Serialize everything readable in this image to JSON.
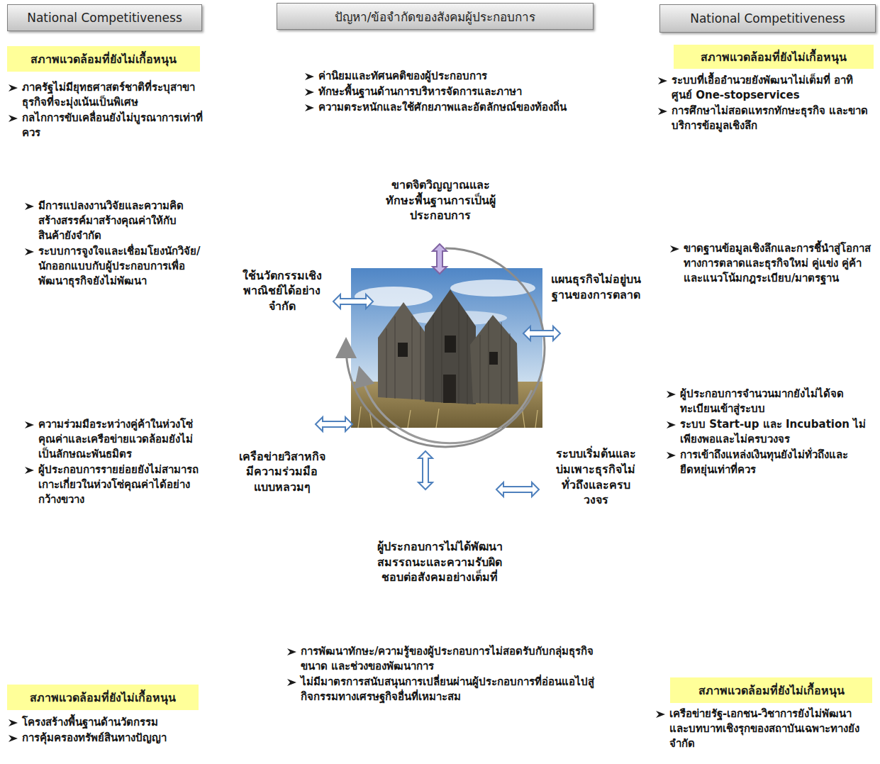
{
  "diagram": {
    "title": "ปัญหา/ข้อจำกัดของสังคมผู้ประกอบการ",
    "nodes": [
      {
        "text": [
          "National Competitiveness"
        ]
      },
      {
        "text": [
          "National Competitiveness"
        ]
      },
      {
        "text": [
          "สภาพแวดล้อมที่ยังไม่เกื้อหนุน"
        ]
      },
      {
        "text": [
          "สภาพแวดล้อมที่ยังไม่เกื้อหนุน"
        ]
      },
      {
        "text": [
          "ขาดจิตวิญญาณและทักษะพื้นฐานการเป็นผู้ประกอบการ"
        ]
      },
      {
        "text": [
          "ใช้นวัตกรรมเชิงพาณิชย์ได้อย่างจำกัด"
        ]
      },
      {
        "text": [
          "แผนธุรกิจไม่อยู่บนฐานของการตลาด"
        ]
      },
      {
        "text": [
          "เครือข่ายวิสาหกิจมีความร่วมมือแบบหลวมๆ"
        ]
      },
      {
        "text": [
          "ระบบเริ่มต้นและบ่มเพาะธุรกิจไม่ทั่วถึงและครบวงจร"
        ]
      },
      {
        "text": [
          "ผู้ประกอบการไม่ได้พัฒนาสมรรถนะและความรับผิดชอบต่อสังคมอย่างเต็มที่"
        ]
      },
      {
        "text": [
          "สภาพแวดล้อมที่ยังไม่เกื้อหนุน"
        ]
      },
      {
        "text": [
          "สภาพแวดล้อมที่ยังไม่เกื้อหนุน"
        ]
      }
    ],
    "labels": [
      "ภาครัฐไม่มียุทธศาสตร์ชาติที่ระบุสาขาธุรกิจที่จะมุ่งเน้นเป็นพิเศษ",
      "กลไกการขับเคลื่อนยังไม่บูรณาการเท่าที่ควร",
      "ค่านิยมและทัศนคติของผู้ประกอบการ",
      "ทักษะพื้นฐานด้านการบริหารจัดการและภาษา",
      "ความตระหนักและใช้ศักยภาพและอัตลักษณ์ของท้องถิ่น",
      "ระบบที่เอื้ออำนวยยังพัฒนาไม่เต็มที่ อาทิ ศูนย์ One-stopservices",
      "การศึกษาไม่สอดแทรกทักษะธุรกิจ และขาดบริการข้อมูลเชิงลึก",
      "มีการแปลงงานวิจัยและความคิดสร้างสรรค์มาสร้างคุณค่าให้กับสินค้ายังจำกัด",
      "ระบบการจูงใจและเชื่อมโยงนักวิจัย/นักออกแบบกับผู้ประกอบการเพื่อพัฒนาธุรกิจยังไม่พัฒนา",
      "ขาดฐานข้อมูลเชิงลึกและการชี้นำสู่โอกาสทางการตลาดและธุรกิจใหม่ คู่แข่ง คู่ค้า และแนวโน้มกฎระเบียบ/มาตรฐาน",
      "ผู้ประกอบการจำนวนมากยังไม่ได้จดทะเบียนเข้าสู่ระบบ",
      "ระบบ Start-up และ Incubation ไม่เพียงพอและไม่ครบวงจร",
      "การเข้าถึงแหล่งเงินทุนยังไม่ทั่วถึงและยืดหยุ่นเท่าที่ควร",
      "ความร่วมมือระหว่างคู่ค้าในห่วงโซ่คุณค่าและเครือข่ายแวดล้อมยังไม่เป็นลักษณะพันธมิตร",
      "ผู้ประกอบการรายย่อยยังไม่สามารถเกาะเกี่ยวในห่วงโซ่คุณค่าได้อย่างกว้างขวาง",
      "การพัฒนาทักษะ/ความรู้ของผู้ประกอบการไม่สอดรับกับกลุ่มธุรกิจ ขนาด และช่วงของพัฒนาการ",
      "ไม่มีมาตรการสนับสนุนการเปลี่ยนผ่านผู้ประกอบการที่อ่อนแอไปสู่กิจกรรมทางเศรษฐกิจอื่นที่เหมาะสม",
      "โครงสร้างพื้นฐานด้านวัตกรรม",
      "การคุ้มครองทรัพย์สินทางปัญญา",
      "เครือข่ายรัฐ-เอกชน-วิชาการยังไม่พัฒนา และบทบาทเชิงรุกของสถาบันเฉพาะทางยังจำกัด"
    ]
  }
}
